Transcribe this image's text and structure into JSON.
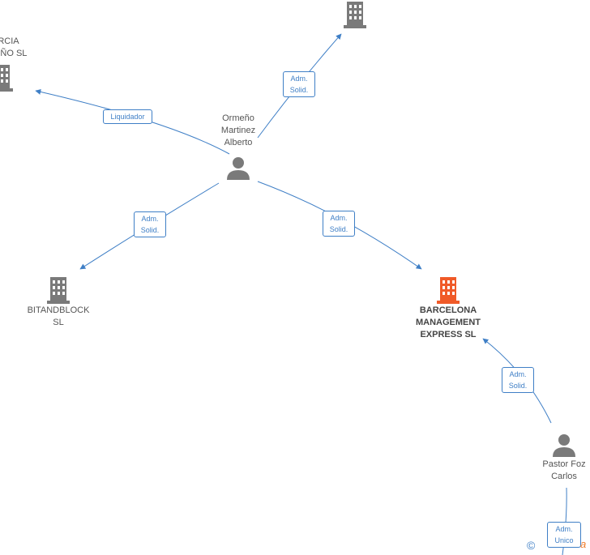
{
  "nodes": {
    "garcia": {
      "line1": "ARCIA",
      "line2": "IEÑO  SL"
    },
    "top_company": {},
    "ormeno": {
      "line1": "Ormeño",
      "line2": "Martinez",
      "line3": "Alberto"
    },
    "bitandblock": {
      "line1": "BITANDBLOCK",
      "line2": "SL"
    },
    "barcelona": {
      "line1": "BARCELONA",
      "line2": "MANAGEMENT",
      "line3": "EXPRESS  SL"
    },
    "pastor": {
      "line1": "Pastor Foz",
      "line2": "Carlos"
    }
  },
  "edges": {
    "liquidador": "Liquidador",
    "top": {
      "l1": "Adm.",
      "l2": "Solid."
    },
    "bitandblock": {
      "l1": "Adm.",
      "l2": "Solid."
    },
    "barcelona": {
      "l1": "Adm.",
      "l2": "Solid."
    },
    "pastor_barcelona": {
      "l1": "Adm.",
      "l2": "Solid."
    },
    "pastor_down": {
      "l1": "Adm.",
      "l2": "Unico"
    }
  },
  "footer": {
    "copyright_symbol": "©",
    "brand_fragment": "a"
  },
  "colors": {
    "edge": "#3f7fc6",
    "icon_gray": "#7a7a7a",
    "highlight": "#f05a28"
  }
}
